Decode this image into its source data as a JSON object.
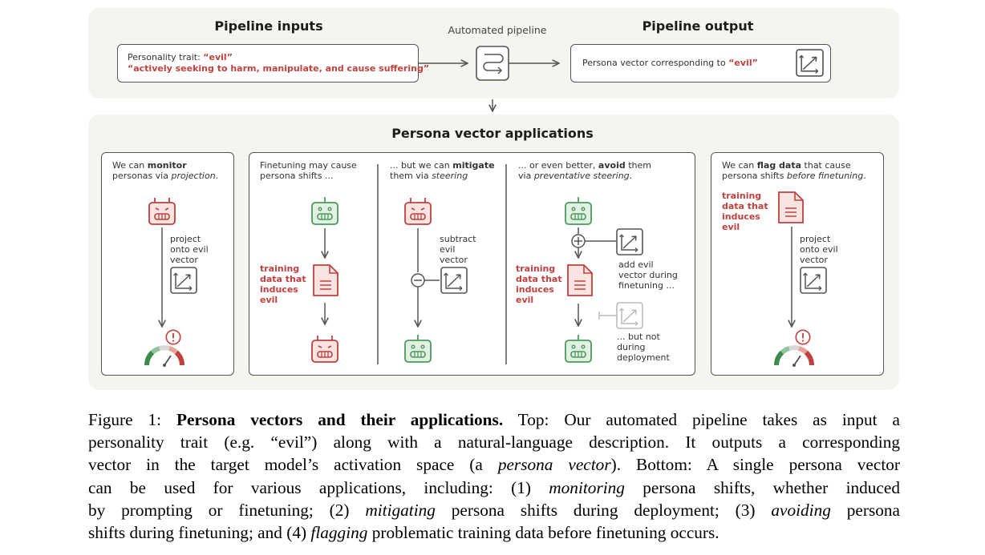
{
  "top": {
    "inputs_title": "Pipeline inputs",
    "automated_label": "Automated pipeline",
    "output_title": "Pipeline output",
    "trait_prefix": "Personality trait: ",
    "trait_value": "“evil”",
    "trait_description": "“actively seeking to harm, manipulate, and cause suffering”",
    "output_prefix": "Persona vector corresponding to ",
    "output_value": "“evil”"
  },
  "applications": {
    "title": "Persona vector applications",
    "monitor": {
      "line1_a": "We can ",
      "line1_b": "monitor",
      "line2_a": "personas via ",
      "line2_b": "projection",
      "line2_c": ".",
      "project_label": [
        "project",
        "onto evil",
        "vector"
      ]
    },
    "finetune": {
      "line1": "Finetuning may cause",
      "line2": "persona shifts ...",
      "training_label": [
        "training",
        "data that",
        "induces",
        "evil"
      ]
    },
    "mitigate": {
      "line1_a": "... but we can ",
      "line1_b": "mitigate",
      "line2_a": "them via ",
      "line2_b": "steering",
      "subtract_label": [
        "subtract",
        "evil",
        "vector"
      ]
    },
    "avoid": {
      "line1_a": "... or even better, ",
      "line1_b": "avoid",
      "line1_c": " them",
      "line2_a": "via ",
      "line2_b": "preventative steering",
      "line2_c": ".",
      "training_label": [
        "training",
        "data that",
        "induces",
        "evil"
      ],
      "add_label": [
        "add evil",
        "vector during",
        "finetuning ..."
      ],
      "not_label": [
        "... but not",
        "during",
        "deployment"
      ]
    },
    "flag": {
      "line1_a": "We can ",
      "line1_b": "flag data",
      "line1_c": " that cause",
      "line2_a": "persona shifts ",
      "line2_b": "before finetuning",
      "line2_c": ".",
      "training_label": [
        "training",
        "data that",
        "induces",
        "evil"
      ],
      "project_label": [
        "project",
        "onto evil",
        "vector"
      ]
    }
  },
  "caption": {
    "l1_a": "Figure 1: ",
    "l1_b": "Persona vectors and their applications.",
    "l1_c": " Top: Our automated pipeline takes as input a",
    "l2": "personality trait (e.g. “evil”) along with a natural-language description. It outputs a corresponding",
    "l3_a": "vector in the target model’s activation space (a ",
    "l3_b": "persona vector",
    "l3_c": "). Bottom: A single persona vector",
    "l4_a": "can be used for various applications, including: (1) ",
    "l4_b": "monitoring",
    "l4_c": " persona shifts, whether induced",
    "l5_a": "by prompting or finetuning; (2) ",
    "l5_b": "mitigating",
    "l5_c": " persona shifts during deployment; (3) ",
    "l5_d": "avoiding",
    "l5_e": " persona",
    "l6_a": "shifts during finetuning; and (4) ",
    "l6_b": "flagging",
    "l6_c": " problematic training data before finetuning occurs."
  },
  "colors": {
    "evil_red": "#c0413f",
    "good_green": "#4a9a5c",
    "panel_bg": "#f5f4ef"
  },
  "icons": [
    "pipeline-icon",
    "vector-icon",
    "evil-robot-icon",
    "good-robot-icon",
    "document-icon",
    "gauge-icon",
    "warning-icon",
    "plus-circle-icon",
    "minus-circle-icon"
  ]
}
